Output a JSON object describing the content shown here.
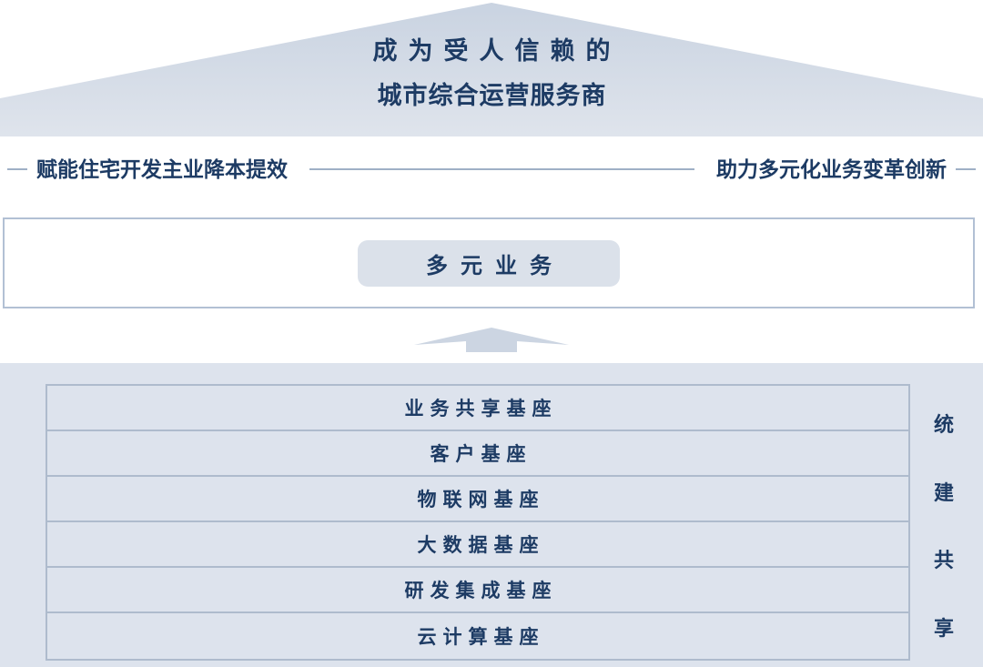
{
  "colors": {
    "text_navy": "#1d3b64",
    "roof_fill_top": "#ccd5e2",
    "roof_fill_bottom": "#dde3ed",
    "rule": "#9fb0c6",
    "box_border": "#b2c0d4",
    "panel_fill": "#dde3ed",
    "table_border": "#aebbcd",
    "pill_fill": "#dbe1ea",
    "arrow_fill": "#ccd5e2",
    "background": "#ffffff"
  },
  "roof": {
    "name": "vision-roof",
    "line1": "成为受人信赖的",
    "line2": "城市综合运营服务商"
  },
  "divider": {
    "left_label": "赋能住宅开发主业降本提效",
    "right_label": "助力多元化业务变革创新"
  },
  "middle": {
    "pill_label": "多元业务"
  },
  "arrow": {
    "icon": "arrow-up-icon",
    "direction": "up"
  },
  "base": {
    "rows": [
      {
        "label": "业务共享基座"
      },
      {
        "label": "客户基座"
      },
      {
        "label": "物联网基座"
      },
      {
        "label": "大数据基座"
      },
      {
        "label": "研发集成基座"
      },
      {
        "label": "云计算基座"
      }
    ],
    "side_label": {
      "full": "统建共享",
      "chars": [
        "统",
        "建",
        "共",
        "享"
      ]
    }
  }
}
